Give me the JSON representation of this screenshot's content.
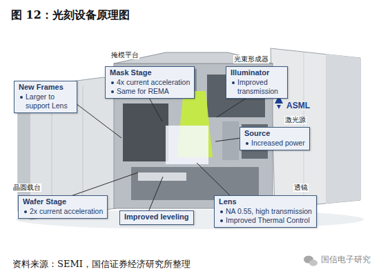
{
  "diagram": {
    "title": "图 12：光刻设备原理图",
    "caption": "资料来源：SEMI，国信证券经济研究所整理",
    "nodes": [
      {
        "text": [
          "Mask Stage",
          "4x current acceleration",
          "Same for REMA"
        ]
      },
      {
        "text": [
          "Illuminator",
          "Improved transmission"
        ]
      },
      {
        "text": [
          "New Frames",
          "Larger to support Lens"
        ]
      },
      {
        "text": [
          "Source",
          "Increased power"
        ]
      },
      {
        "text": [
          "Wafer Stage",
          "2x current acceleration"
        ]
      },
      {
        "text": [
          "Improved leveling"
        ]
      },
      {
        "text": [
          "Lens",
          "NA 0.55, high transmission",
          "Improved Thermal Control"
        ]
      }
    ],
    "labels": [
      "掩模平台",
      "光束形成器",
      "激光源",
      "晶圆载台",
      "透镜",
      "ASML",
      "国信电子研究"
    ]
  }
}
